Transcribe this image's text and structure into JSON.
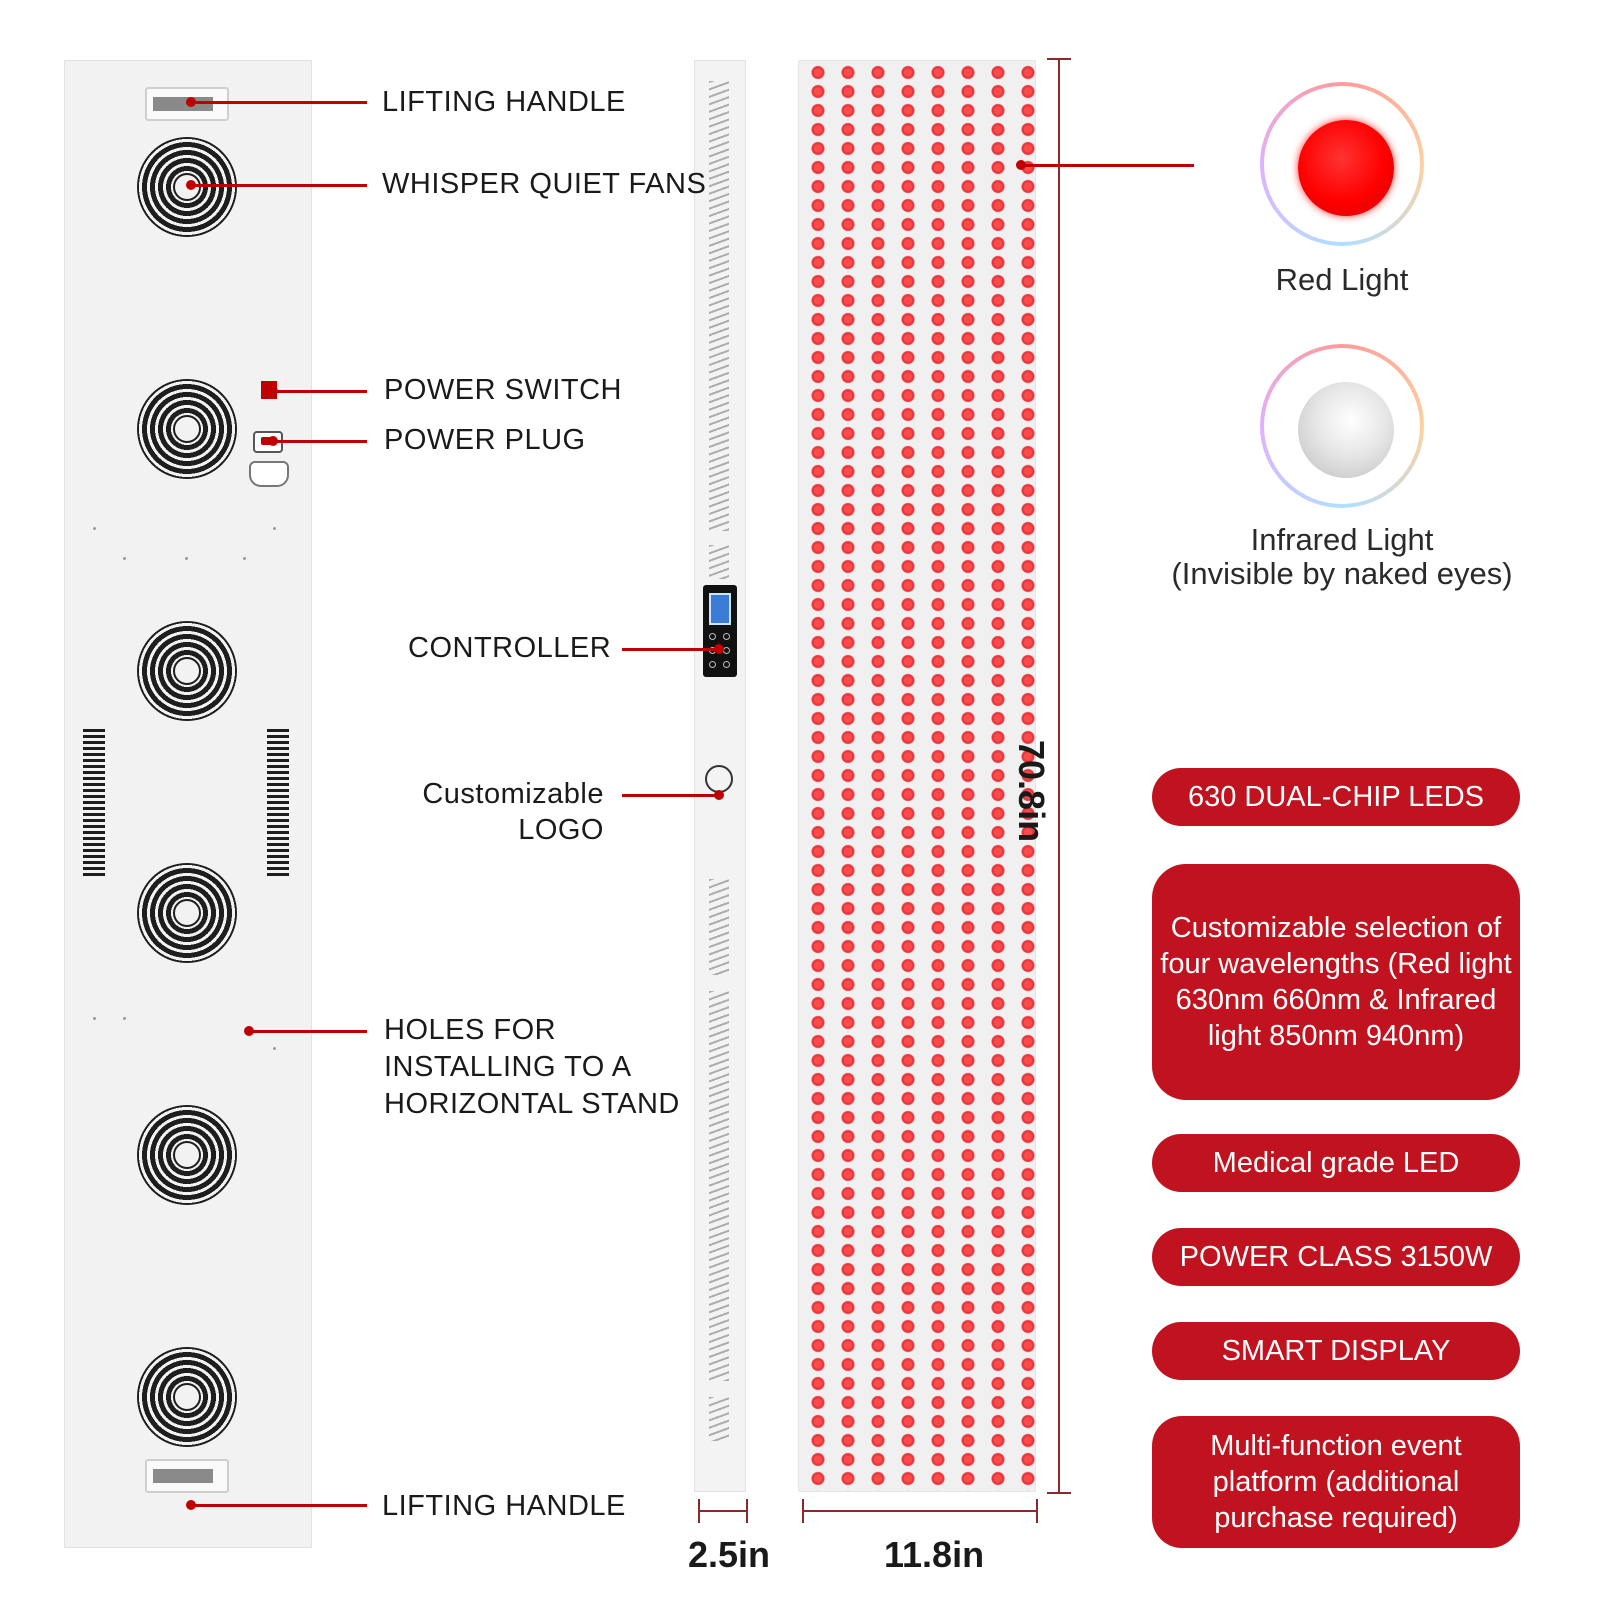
{
  "callouts": {
    "lifting_handle_top": "LIFTING HANDLE",
    "fans": "WHISPER QUIET FANS",
    "power_switch": "POWER SWITCH",
    "power_plug": "POWER PLUG",
    "controller": "CONTROLLER",
    "logo_line1": "Customizable",
    "logo_line2": "LOGO",
    "holes_line1": "HOLES FOR",
    "holes_line2": "INSTALLING TO A",
    "holes_line3": "HORIZONTAL STAND",
    "lifting_handle_bottom": "LIFTING HANDLE"
  },
  "dimensions": {
    "depth": "2.5in",
    "width": "11.8in",
    "height": "70.8in"
  },
  "lights": {
    "red": "Red Light",
    "infrared_line1": "Infrared Light",
    "infrared_line2": "(Invisible by naked eyes)"
  },
  "features": [
    "630 DUAL-CHIP LEDS",
    "Customizable selection of four wavelengths (Red light 630nm 660nm & Infrared light 850nm 940nm)",
    "Medical grade LED",
    "POWER CLASS 3150W",
    "SMART DISPLAY",
    "Multi-function event platform (additional purchase required)"
  ],
  "colors": {
    "accent": "#c1121f",
    "led_red": "#ff2020"
  }
}
